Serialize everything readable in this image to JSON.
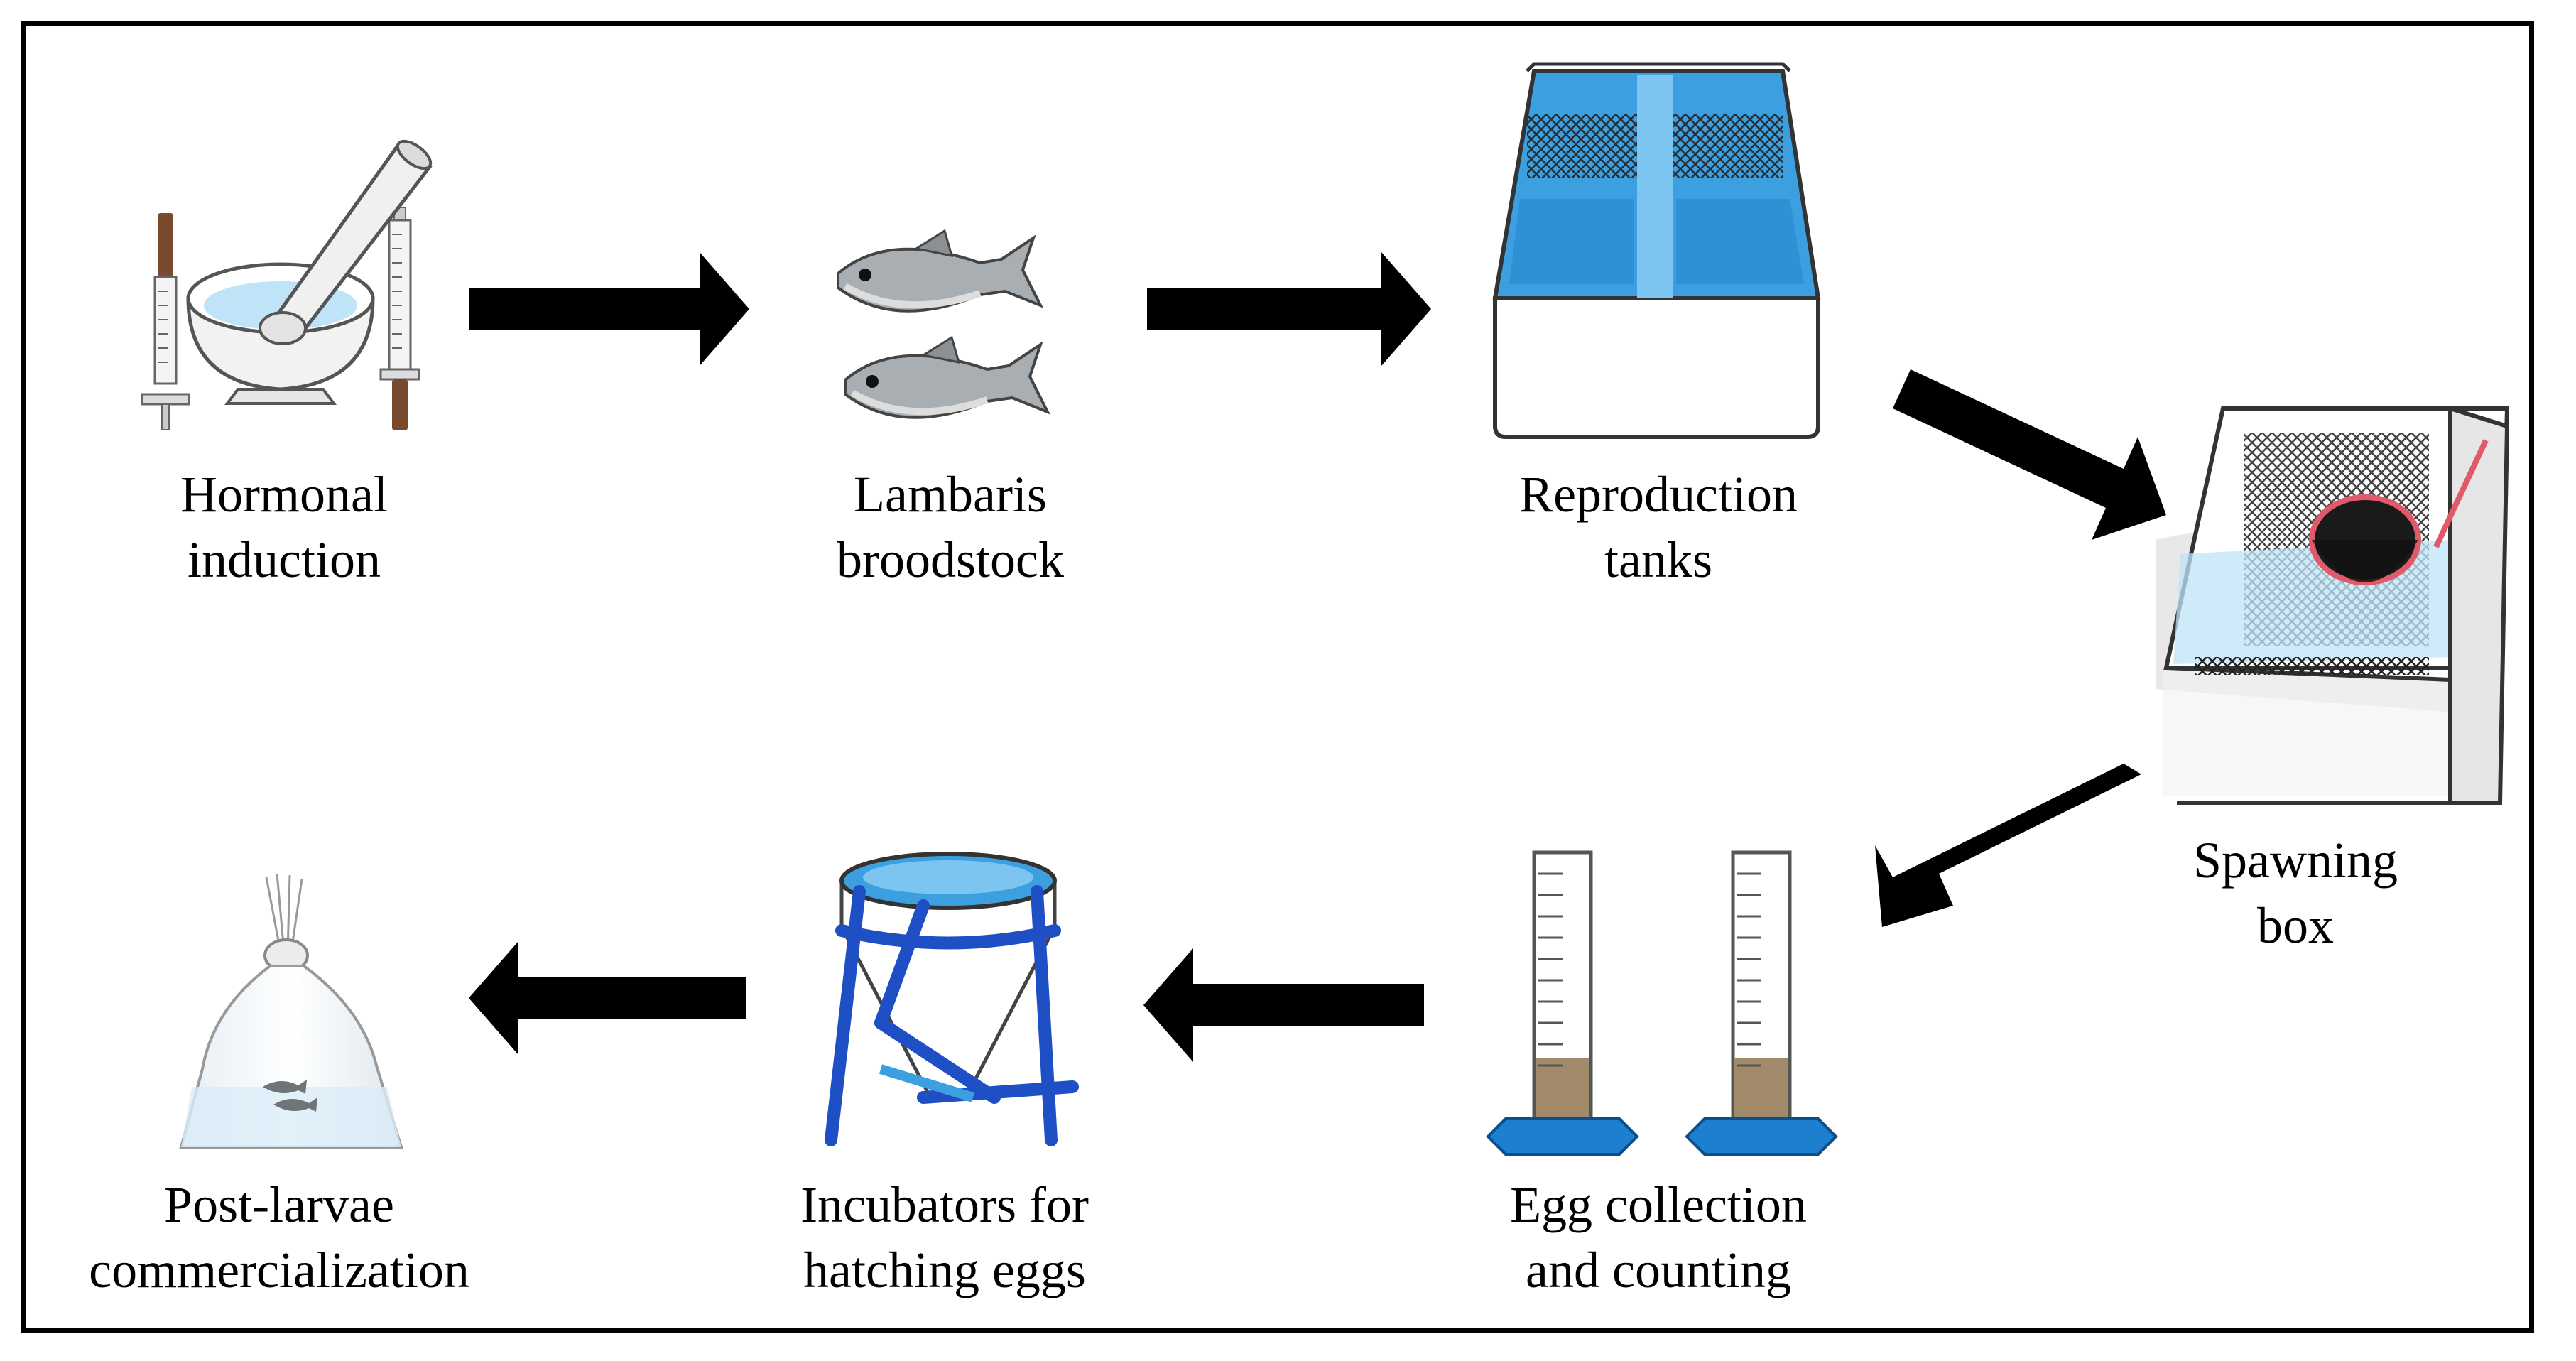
{
  "steps": {
    "hormonal_induction": {
      "line1": "Hormonal",
      "line2": "induction"
    },
    "lambaris_broodstock": {
      "line1": "Lambaris",
      "line2": "broodstock"
    },
    "reproduction_tanks": {
      "line1": "Reproduction",
      "line2": "tanks"
    },
    "spawning_box": {
      "line1": "Spawning",
      "line2": "box"
    },
    "egg_collection": {
      "line1": "Egg collection",
      "line2": "and counting"
    },
    "incubators": {
      "line1": "Incubators for",
      "line2": "hatching eggs"
    },
    "post_larvae": {
      "line1": "Post-larvae",
      "line2": "commercialization"
    }
  },
  "colors": {
    "water": "#3b9fe0",
    "water_light": "#bfe3f7",
    "incubator_frame": "#1f4fc4",
    "cylinder_base": "#1c7fcf",
    "net_ring": "#e05a6a",
    "arrow": "#000000"
  }
}
